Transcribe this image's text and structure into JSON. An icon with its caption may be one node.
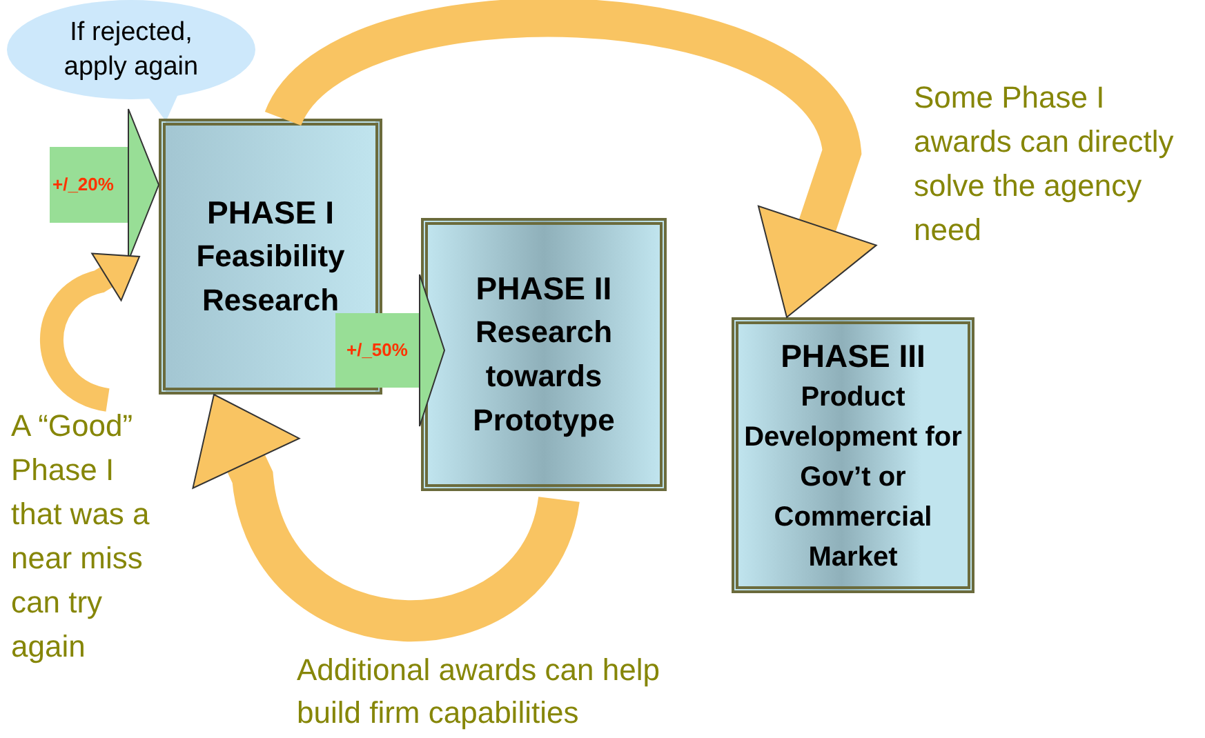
{
  "diagram": {
    "nodes": [
      {
        "text": [
          "If rejected, apply again"
        ]
      },
      {
        "text": [
          "PHASE I",
          "Feasibility Research"
        ]
      },
      {
        "text": [
          "PHASE II",
          "Research towards Prototype"
        ]
      },
      {
        "text": [
          "PHASE III",
          "Product Development for Gov’t or Commercial Market"
        ]
      }
    ],
    "edges": [
      {
        "from": null,
        "to": 1,
        "arrow": "to",
        "label": "+/_20%",
        "style": "thick",
        "color": "#98de96"
      },
      {
        "from": 1,
        "to": 2,
        "arrow": "to",
        "label": "+/_50%",
        "style": "thick",
        "color": "#98de96"
      },
      {
        "from": 1,
        "to": 3,
        "arrow": "to"
      },
      {
        "from": 2,
        "to": 1,
        "arrow": "to"
      },
      {
        "from": null,
        "to": 1,
        "arrow": "to"
      }
    ],
    "labels": [
      "Some Phase I awards can directly  solve the agency need",
      "A “Good” Phase I that was a near miss can try again",
      "Additional awards can help build firm capabilities"
    ]
  }
}
